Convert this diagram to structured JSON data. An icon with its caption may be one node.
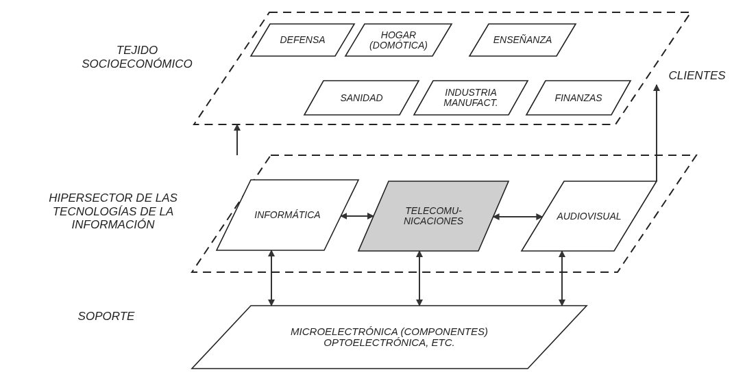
{
  "diagram": {
    "nodes": [
      {
        "text": [],
        "shape": "parallelogram"
      },
      {
        "text": [
          "DEFENSA"
        ],
        "in": 0
      },
      {
        "text": [
          "HOGAR (DOMÓTICA)"
        ],
        "in": 0
      },
      {
        "text": [
          "ENSEÑANZA"
        ],
        "in": 0
      },
      {
        "text": [
          "SANIDAD"
        ],
        "in": 0
      },
      {
        "text": [
          "INDUSTRIA MANUFACT."
        ],
        "in": 0
      },
      {
        "text": [
          "FINANZAS"
        ],
        "in": 0
      },
      {
        "text": [
          "CLIENTES"
        ]
      },
      {
        "text": [],
        "shape": "parallelogram"
      },
      {
        "text": [
          "INFORMÁTICA"
        ],
        "in": 8
      },
      {
        "text": [
          "TELECOMU- NICACIONES"
        ],
        "in": 8
      },
      {
        "text": [
          "AUDIOVISUAL"
        ],
        "in": 8
      },
      {
        "text": [
          "MICROELECTRÓNICA (COMPONENTES) OPTOELECTRÓNICA, ETC."
        ]
      }
    ],
    "labels": [
      "TEJIDO SOCIOECONÓMICO",
      "HIPERSECTOR DE LAS TECNOLOGÍAS DE LA INFORMACIÓN",
      "SOPORTE"
    ],
    "edges": [
      {
        "from": 8,
        "to": 0,
        "arrow": "to"
      },
      {
        "from": 11,
        "to": 7,
        "arrow": "to"
      },
      {
        "from": 9,
        "to": 10,
        "arrow": "both"
      },
      {
        "from": 10,
        "to": 11,
        "arrow": "both"
      },
      {
        "from": 9,
        "to": 12,
        "arrow": "both"
      },
      {
        "from": 10,
        "to": 12,
        "arrow": "both"
      },
      {
        "from": 11,
        "to": 12,
        "arrow": "both"
      }
    ]
  }
}
